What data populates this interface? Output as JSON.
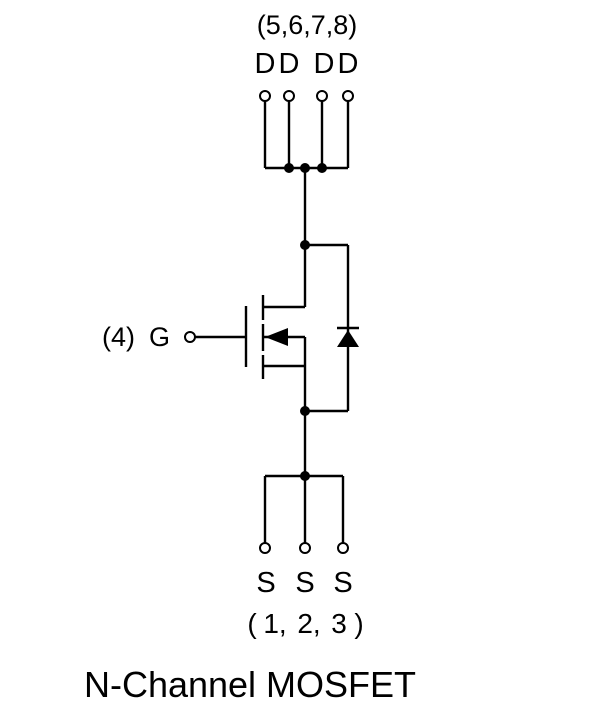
{
  "drain": {
    "pins": "(5,6,7,8)",
    "letters": [
      "D",
      "D",
      "D",
      "D"
    ]
  },
  "gate": {
    "pin": "(4)",
    "letter": "G"
  },
  "source": {
    "letters": [
      "S",
      "S",
      "S"
    ],
    "pins": [
      "(",
      "1,",
      "2,",
      "3",
      ")"
    ]
  },
  "caption": "N-Channel MOSFET"
}
